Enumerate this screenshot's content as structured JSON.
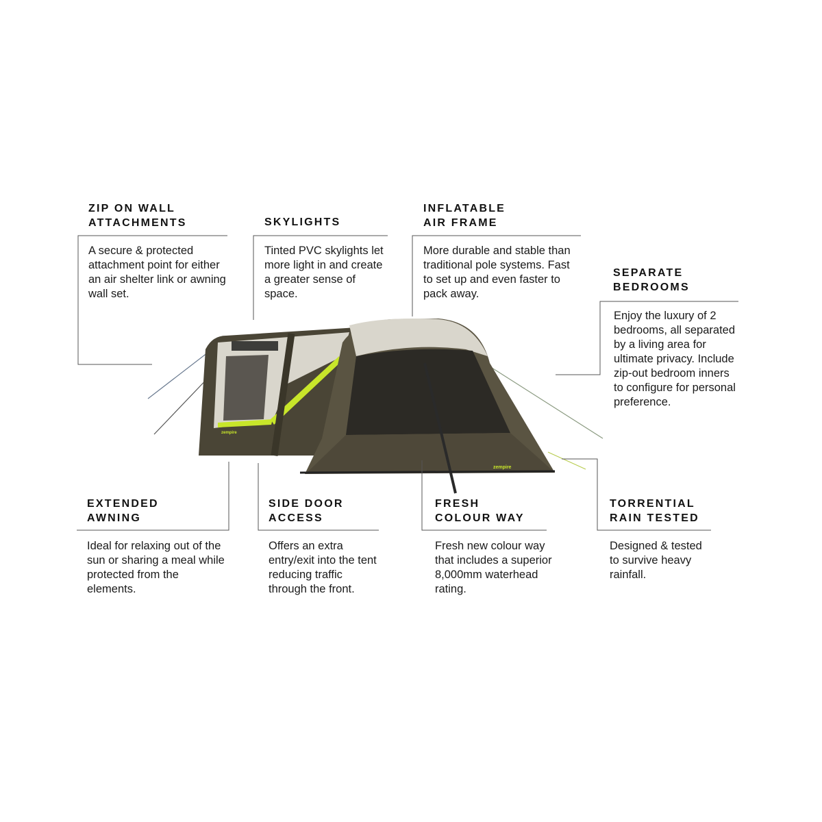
{
  "features": [
    {
      "title": "ZIP ON WALL\nATTACHMENTS",
      "text": "A secure & protected attachment point for either an air shelter link or awning wall set."
    },
    {
      "title": "SKYLIGHTS",
      "text": "Tinted PVC skylights let more light in and create a greater sense of space."
    },
    {
      "title": "INFLATABLE\nAIR FRAME",
      "text": "More durable and stable than traditional pole systems. Fast to set up and even faster to pack away."
    },
    {
      "title": "SEPARATE\nBEDROOMS",
      "text": "Enjoy the luxury of 2 bedrooms, all separated by a living area for ultimate privacy. Include zip-out bedroom inners to configure for personal preference."
    },
    {
      "title": "EXTENDED\nAWNING",
      "text": "Ideal for relaxing out of the sun or sharing a meal while protected from the elements."
    },
    {
      "title": "SIDE DOOR\nACCESS",
      "text": "Offers an extra entry/exit into the tent reducing traffic through the front."
    },
    {
      "title": "FRESH\nCOLOUR WAY",
      "text": "Fresh new colour way that includes a superior 8,000mm waterhead rating."
    },
    {
      "title": "TORRENTIAL\nRAIN TESTED",
      "text": "Designed & tested to survive heavy rainfall."
    }
  ],
  "colors": {
    "tent_dark": "#4a4536",
    "tent_light": "#d9d6cc",
    "accent": "#c8e62a",
    "line": "#555555"
  },
  "tent_logo": "zempire"
}
